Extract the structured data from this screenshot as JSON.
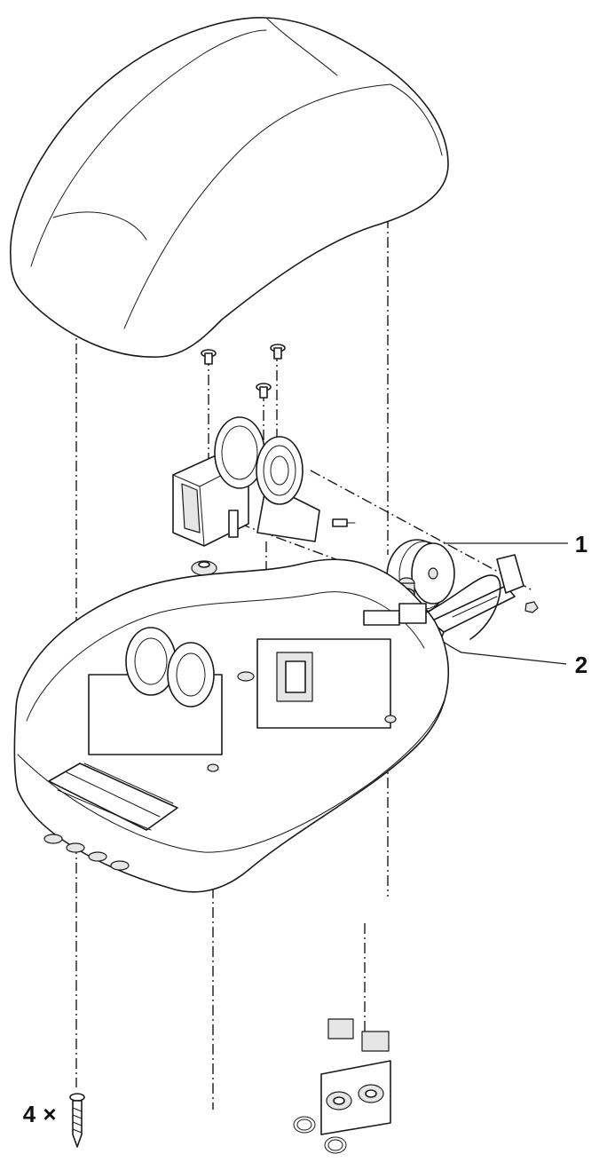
{
  "callouts": [
    {
      "label": "1"
    },
    {
      "label": "2"
    }
  ],
  "quantity_note": {
    "count": "4",
    "symbol": "×"
  },
  "colors": {
    "line": "#1a1a1a",
    "shade": "#e6e6e6",
    "background": "#ffffff"
  }
}
